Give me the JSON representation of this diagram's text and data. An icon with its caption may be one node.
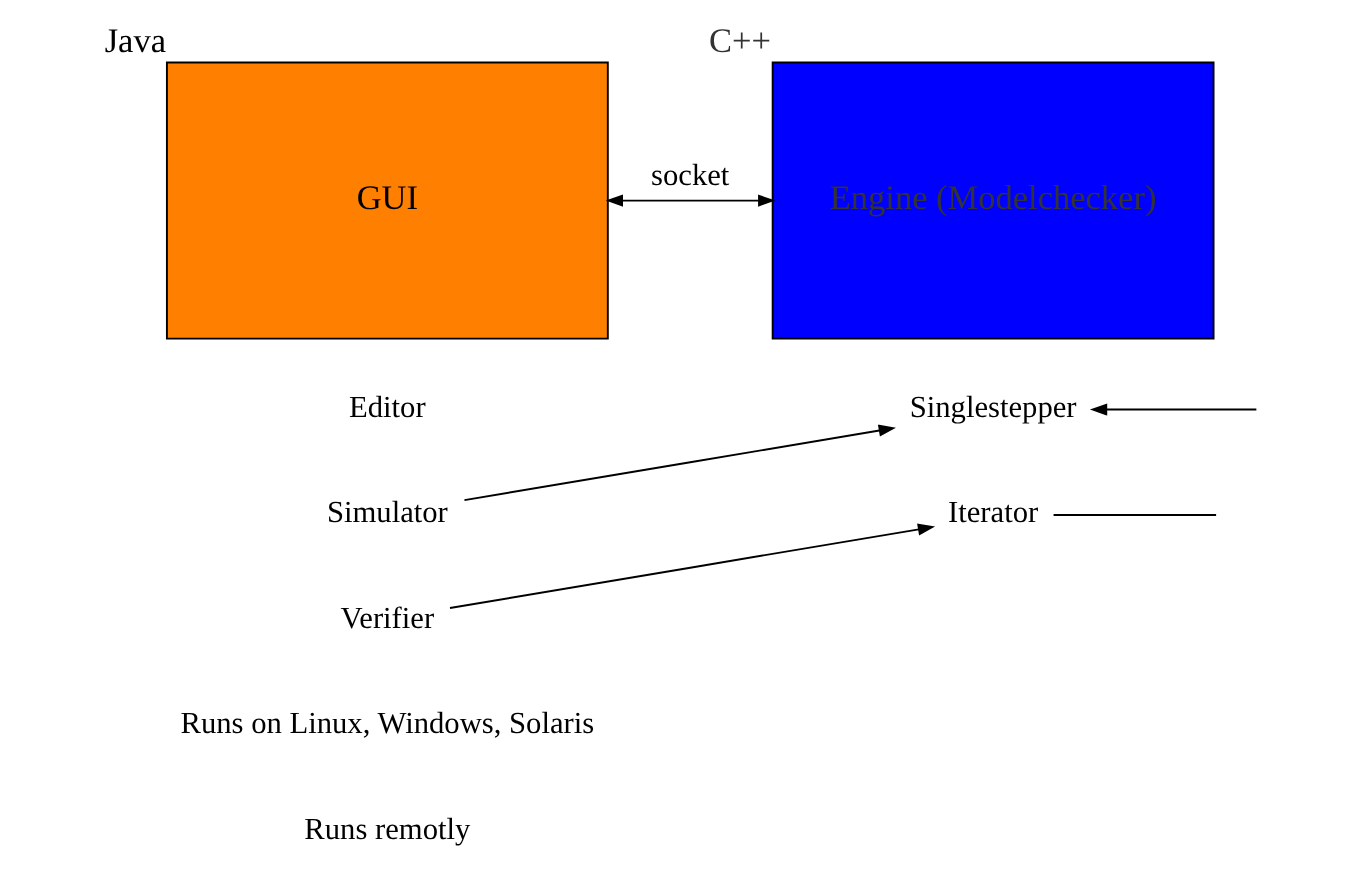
{
  "diagram": {
    "nodes": [
      {
        "text": [
          "GUI"
        ],
        "beside": [
          "Java"
        ]
      },
      {
        "text": [
          "Engine (Modelchecker)"
        ],
        "beside": [
          "C++"
        ]
      },
      {
        "text": [
          "Editor"
        ]
      },
      {
        "text": [
          "Simulator"
        ]
      },
      {
        "text": [
          "Verifier"
        ]
      },
      {
        "text": [
          "Singlestepper"
        ]
      },
      {
        "text": [
          "Iterator"
        ]
      }
    ],
    "edges": [
      {
        "from": 0,
        "to": 1,
        "arrow": "both",
        "label": "socket"
      },
      {
        "from": 3,
        "to": 5,
        "arrow": "to"
      },
      {
        "from": 4,
        "to": 6,
        "arrow": "to"
      },
      {
        "from": null,
        "to": 5,
        "arrow": "to"
      },
      {
        "from": 6,
        "to": null,
        "arrow": "none"
      }
    ],
    "labels": [
      "Runs on Linux, Windows, Solaris",
      "Runs remotly"
    ]
  }
}
